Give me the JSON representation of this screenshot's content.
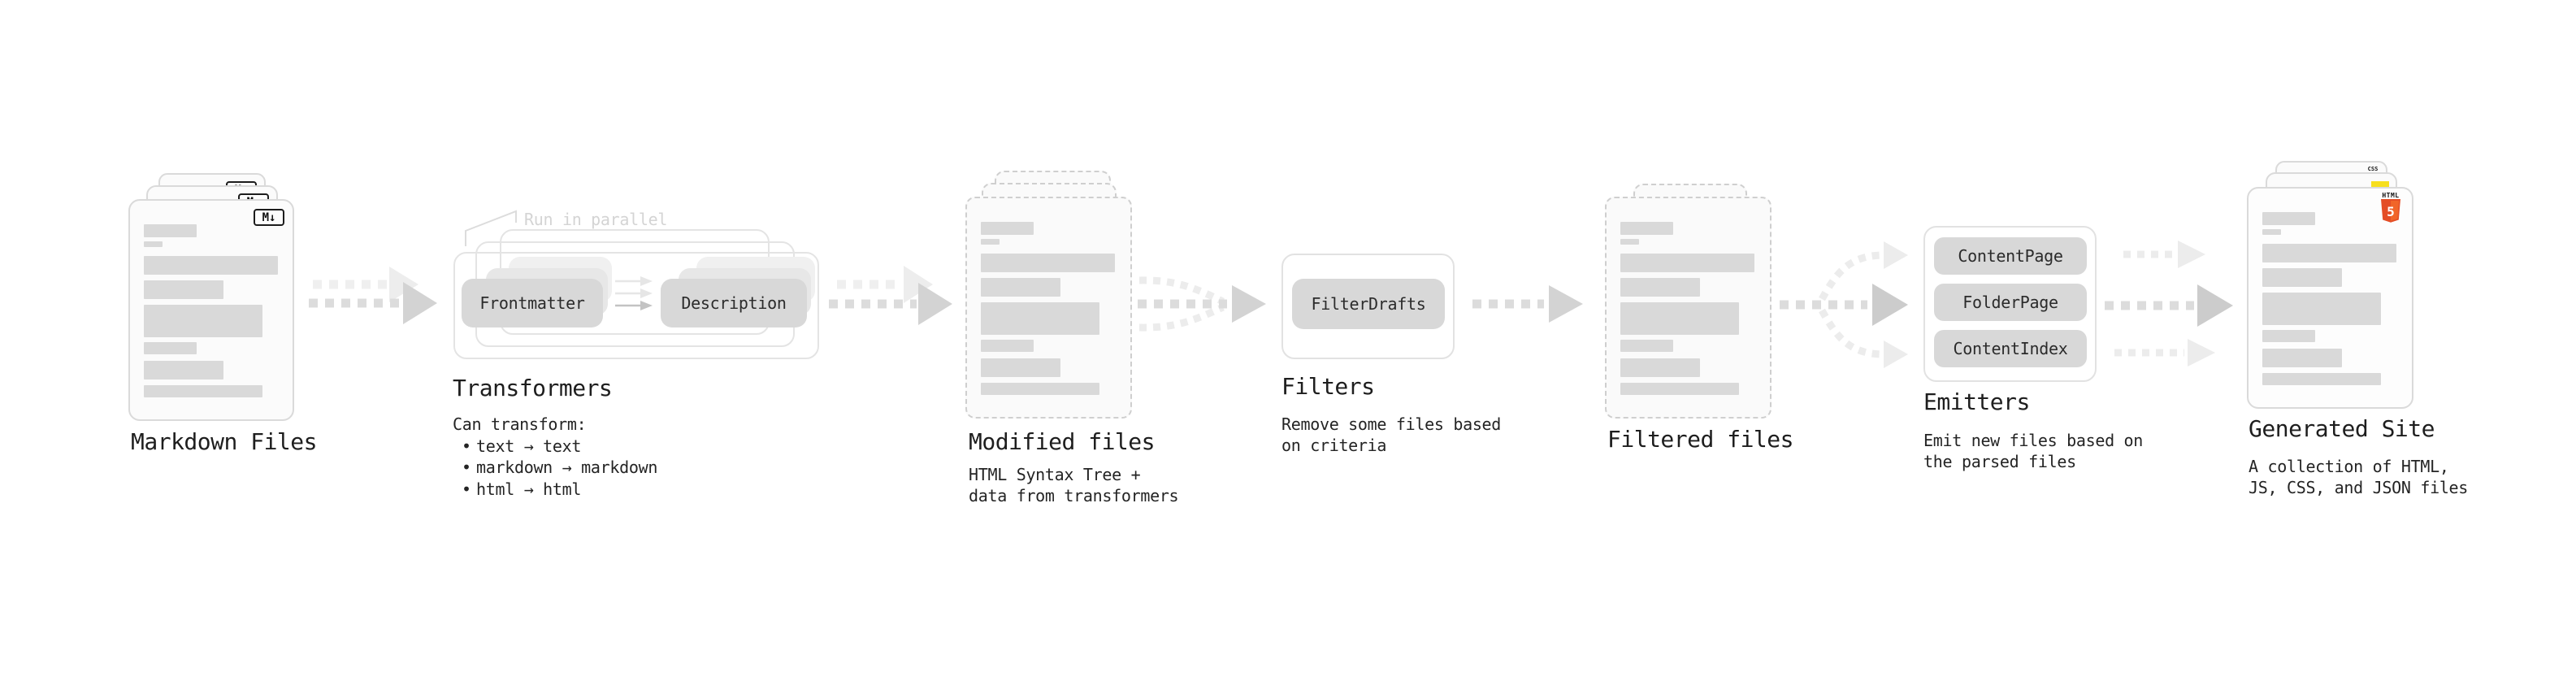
{
  "ui": {
    "bullet_glyph": "•"
  },
  "stages": {
    "markdown": {
      "title": "Markdown Files"
    },
    "transformers": {
      "title": "Transformers",
      "run_label": "Run in parallel",
      "box_frontmatter": "Frontmatter",
      "box_description": "Description",
      "desc_intro": "Can transform:",
      "bullets": [
        "text → text",
        "markdown → markdown",
        "html → html"
      ]
    },
    "modified": {
      "title": "Modified files",
      "desc_line1": "HTML Syntax Tree +",
      "desc_line2": "data from transformers"
    },
    "filters": {
      "title": "Filters",
      "box_filterdrafts": "FilterDrafts",
      "desc_line1": "Remove some files based",
      "desc_line2": "on criteria"
    },
    "filtered": {
      "title": "Filtered files"
    },
    "emitters": {
      "title": "Emitters",
      "boxes": [
        "ContentPage",
        "FolderPage",
        "ContentIndex"
      ],
      "desc_line1": "Emit new files based on",
      "desc_line2": "the parsed files"
    },
    "generated": {
      "title": "Generated Site",
      "desc_line1": "A collection of HTML,",
      "desc_line2": "JS, CSS, and JSON files"
    }
  },
  "icons": {
    "markdown_badge": "M↓",
    "html5_word": "HTML",
    "html5_number": "5",
    "css_word": "CSS"
  },
  "colors": {
    "html5_orange": "#e44d26",
    "html5_orange_light": "#f16529",
    "js_yellow": "#f7df1e",
    "css_blue": "#2965f1",
    "bar_gray": "#d9d9d9",
    "box_gray": "#d8d8d8"
  }
}
